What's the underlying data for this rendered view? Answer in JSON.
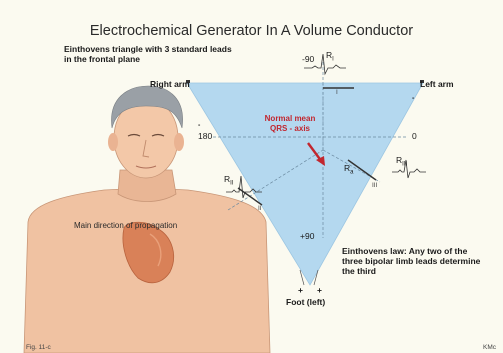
{
  "title": "Electrochemical Generator In A Volume Conductor",
  "caption_line1": "Einthovens triangle with 3 standard leads",
  "caption_line2": "in the frontal plane",
  "right_arm": "Right arm",
  "left_arm": "Left arm",
  "foot": "Foot (left)",
  "angle_top": "-90",
  "angle_left": "180",
  "angle_right": "0",
  "angle_bottom": "+90",
  "mean_axis_line1": "Normal mean",
  "mean_axis_line2": "QRS - axis",
  "lead_r1": "R",
  "lead_r1_sub": "I",
  "lead_r2": "R",
  "lead_r2_sub": "II",
  "lead_r3": "R",
  "lead_r3_sub": "III",
  "lead_ra": "R",
  "lead_ra_sub": "a",
  "roman_i": "I",
  "roman_ii": "II",
  "roman_iii": "III",
  "law_line1": "Einthovens law: Any  two of the",
  "law_line2": "three bipolar limb leads determine",
  "law_line3": "the third",
  "propagation": "Main direction of propagation",
  "plus_left": "+",
  "plus_right": "+",
  "minus_ra": "-",
  "minus_la": "-",
  "fig_label": "Fig. 11-c",
  "credit": "KMc",
  "colors": {
    "triangle": "#b4d8ef",
    "skin": "#f0c2a2",
    "heart": "#d98158",
    "arrow": "#c2262e"
  }
}
